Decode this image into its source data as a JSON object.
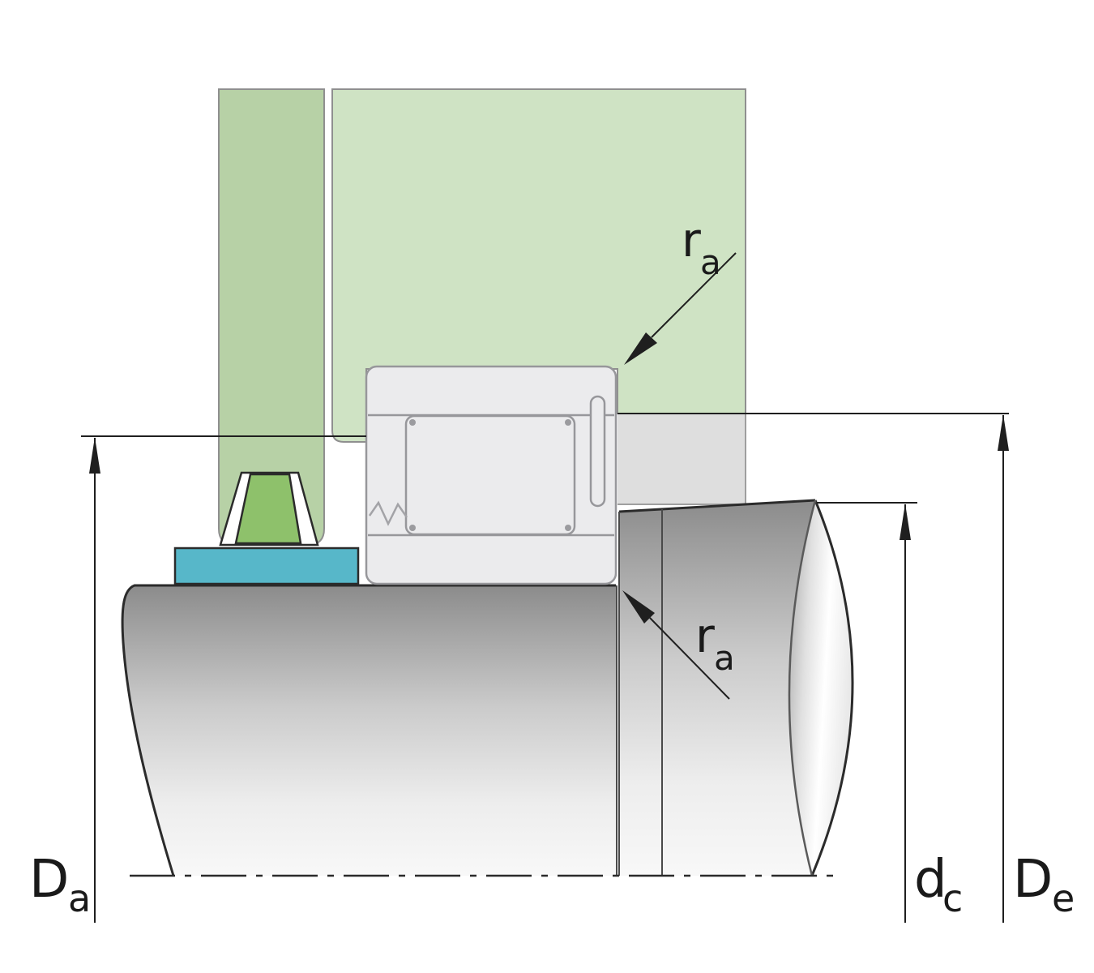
{
  "labels": {
    "da": {
      "main": "D",
      "sub": "a"
    },
    "de": {
      "main": "D",
      "sub": "e"
    },
    "dc": {
      "main": "d",
      "sub": "c"
    },
    "ra_top": {
      "main": "r",
      "sub": "a"
    },
    "ra_bottom": {
      "main": "r",
      "sub": "a"
    }
  },
  "colors": {
    "housing_green": "#cfe3c4",
    "cover_green": "#b7d1a6",
    "seal_green": "#8ec16b",
    "spacer_teal": "#57b7c9",
    "bearing_gray": "#ebebed",
    "step_gray": "#dedede",
    "line_dark": "#1f1f1f",
    "outline_gray": "#8f8f8f"
  }
}
